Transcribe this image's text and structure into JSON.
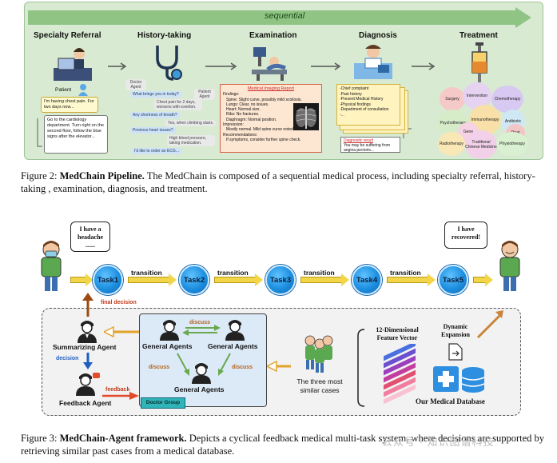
{
  "figure2": {
    "sequential_label": "sequential",
    "stages": [
      "Specialty Referral",
      "History-taking",
      "Examination",
      "Diagnosis",
      "Treatment"
    ],
    "referral": {
      "patient_label": "Patient",
      "patient_bubble": "I'm having chest pain. For two days now...",
      "reply_bubble": "Go to the cardiology department. Turn right on the second floor, follow the blue signs after the elevator..."
    },
    "history": {
      "doctor_tag": "Doctor Agent",
      "patient_tag": "Patient Agent",
      "chats": [
        {
          "side": "b",
          "text": "What brings you in today?"
        },
        {
          "side": "g",
          "text": "Chest pain for 2 days, worsens with exertion."
        },
        {
          "side": "b",
          "text": "Any shortness of breath?"
        },
        {
          "side": "g",
          "text": "Yes, when climbing stairs."
        },
        {
          "side": "b",
          "text": "Previous heart issues?"
        },
        {
          "side": "g",
          "text": "High blood pressure, taking medication."
        },
        {
          "side": "b",
          "text": "I'd like to order an ECG..."
        }
      ]
    },
    "report": {
      "title": "Medical Imaging Report",
      "lines": [
        "Findings:",
        "  Spine: Slight curve, possibly mild scoliosis.",
        "  Lungs: Clear, no issues.",
        "  Heart: Normal size.",
        "  Ribs: No fractures.",
        "  Diaphragm: Normal position.",
        "Impression:",
        "  Mostly normal. Mild spine curve noted.",
        "Recommendations:",
        "  If symptoms, consider further spine check."
      ]
    },
    "diagnosis": {
      "record_lines": [
        "-Chief complaint",
        "-Past history",
        "-Present Medical History",
        "-Physical findings",
        "-Department of consultation",
        "-..."
      ],
      "result_title": "Diagnostic result",
      "result_text": "You may be suffering from angina pectoris..."
    },
    "treatments": [
      {
        "label": "Surgery",
        "color": "#f6c9c9"
      },
      {
        "label": "Intervention",
        "color": "#e6d3f2"
      },
      {
        "label": "Chemotherapy",
        "color": "#d7c9f2"
      },
      {
        "label": "Psychotherapy",
        "color": "#d6ecc9"
      },
      {
        "label": "Immunotherapy",
        "color": "#f8e0a8"
      },
      {
        "label": "Antibiotic",
        "color": "#cfe8f3"
      },
      {
        "label": "Gene",
        "color": "#f5d2e4"
      },
      {
        "label": "Drug",
        "color": "#f3c6c6"
      },
      {
        "label": "Radiotherapy",
        "color": "#f9e7b5"
      },
      {
        "label": "Traditional Chinese Medicine",
        "color": "#f2d0ea"
      },
      {
        "label": "Physiotherapy",
        "color": "#d9f0d1"
      }
    ]
  },
  "caption2": {
    "prefix": "Figure 2: ",
    "bold": "MedChain Pipeline.",
    "text": " The MedChain is composed of a sequential medical process, including specialty referral, history-taking , examination, diagnosis, and treatment."
  },
  "figure3": {
    "start_speech": "I have a headache ......",
    "end_speech": "I have recovered!",
    "tasks": [
      "Task1",
      "Task2",
      "Task3",
      "Task4",
      "Task5"
    ],
    "transition_label": "transition",
    "final_decision": "final decision",
    "summarizing_agent": "Summarizing Agent",
    "feedback_agent": "Feedback Agent",
    "decision_label": "decision",
    "feedback_label": "feedback",
    "general_agents": "General Agents",
    "discuss": "discuss",
    "doctor_group": "Doctor Group",
    "similar_cases": "The three most similar cases",
    "vector_title": "12-Dimensional Feature Vector",
    "dynamic_expansion": "Dynamic Expansion",
    "database": "Our Medical Database"
  },
  "caption3": {
    "prefix": "Figure 3: ",
    "bold": "MedChain-Agent framework.",
    "text": " Depicts a cyclical feedback medical multi-task system, where decisions are supported by retrieving similar past cases from a medical database."
  },
  "watermark": "公众号 · 知识图谱科技"
}
